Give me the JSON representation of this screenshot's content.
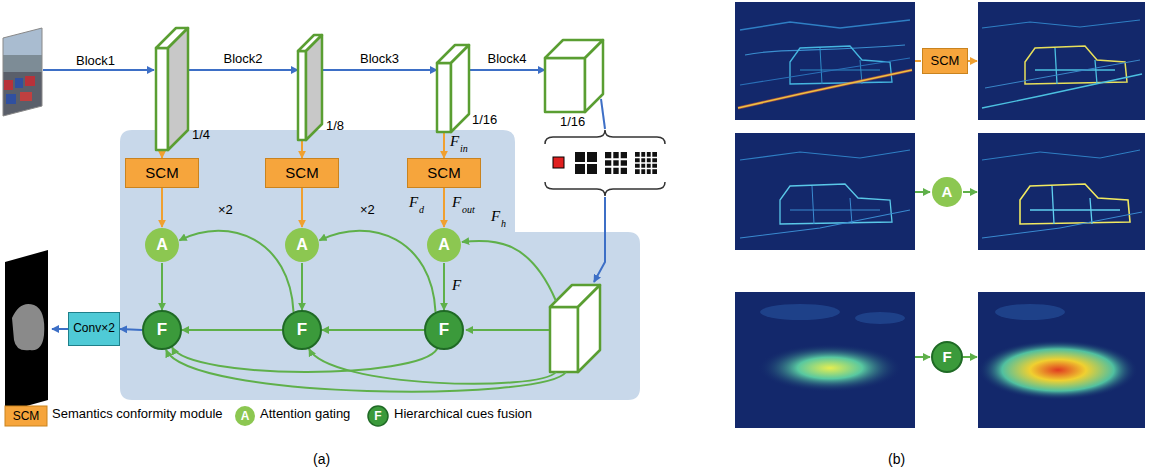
{
  "diagram": {
    "nodes": [
      {
        "text": [
          "1/4"
        ]
      },
      {
        "text": [
          "1/8"
        ]
      },
      {
        "text": [
          "1/16"
        ]
      },
      {
        "text": [
          "1/16"
        ]
      },
      {
        "text": [
          "SCM"
        ]
      },
      {
        "text": [
          "SCM"
        ]
      },
      {
        "text": [
          "SCM"
        ]
      },
      {
        "text": [
          "A"
        ]
      },
      {
        "text": [
          "A"
        ]
      },
      {
        "text": [
          "A"
        ]
      },
      {
        "text": [
          "F"
        ]
      },
      {
        "text": [
          "F"
        ]
      },
      {
        "text": [
          "F"
        ]
      },
      {
        "text": [
          "Conv×2"
        ]
      },
      {
        "text": [
          "SCM"
        ]
      },
      {
        "text": [
          "A"
        ]
      },
      {
        "text": [
          "F"
        ]
      }
    ],
    "edges": [
      {
        "from": 0,
        "to": 1,
        "label": "Block2",
        "arrow": "to"
      },
      {
        "from": 1,
        "to": 2,
        "label": "Block3",
        "arrow": "to"
      },
      {
        "from": 2,
        "to": 3,
        "label": "Block4",
        "arrow": "to"
      },
      {
        "from": 0,
        "to": 4,
        "arrow": "to"
      },
      {
        "from": 1,
        "to": 5,
        "arrow": "to"
      },
      {
        "from": 2,
        "to": 6,
        "arrow": "to"
      },
      {
        "from": 4,
        "to": 7,
        "arrow": "to"
      },
      {
        "from": 5,
        "to": 8,
        "arrow": "to"
      },
      {
        "from": 6,
        "to": 9,
        "arrow": "to"
      },
      {
        "from": 7,
        "to": 10,
        "arrow": "to"
      },
      {
        "from": 8,
        "to": 11,
        "arrow": "to"
      },
      {
        "from": 9,
        "to": 12,
        "arrow": "to"
      },
      {
        "from": 12,
        "to": 11,
        "arrow": "to"
      },
      {
        "from": 11,
        "to": 10,
        "arrow": "to"
      },
      {
        "from": 11,
        "to": 7,
        "arrow": "to"
      },
      {
        "from": 12,
        "to": 8,
        "arrow": "to"
      },
      {
        "from": 12,
        "to": 10,
        "arrow": "to"
      },
      {
        "from": 10,
        "to": 13,
        "arrow": "to"
      }
    ],
    "labels": [
      "Block1",
      "×2",
      "×2",
      "F",
      "in",
      "F",
      "d",
      "F",
      "out",
      "F",
      "h",
      "F",
      "(a)",
      "SCM",
      "A",
      "F",
      "(b)"
    ],
    "legend": [
      {
        "text": "Semantics conformity module"
      },
      {
        "text": "Attention gating"
      },
      {
        "text": "Hierarchical cues fusion"
      }
    ]
  }
}
